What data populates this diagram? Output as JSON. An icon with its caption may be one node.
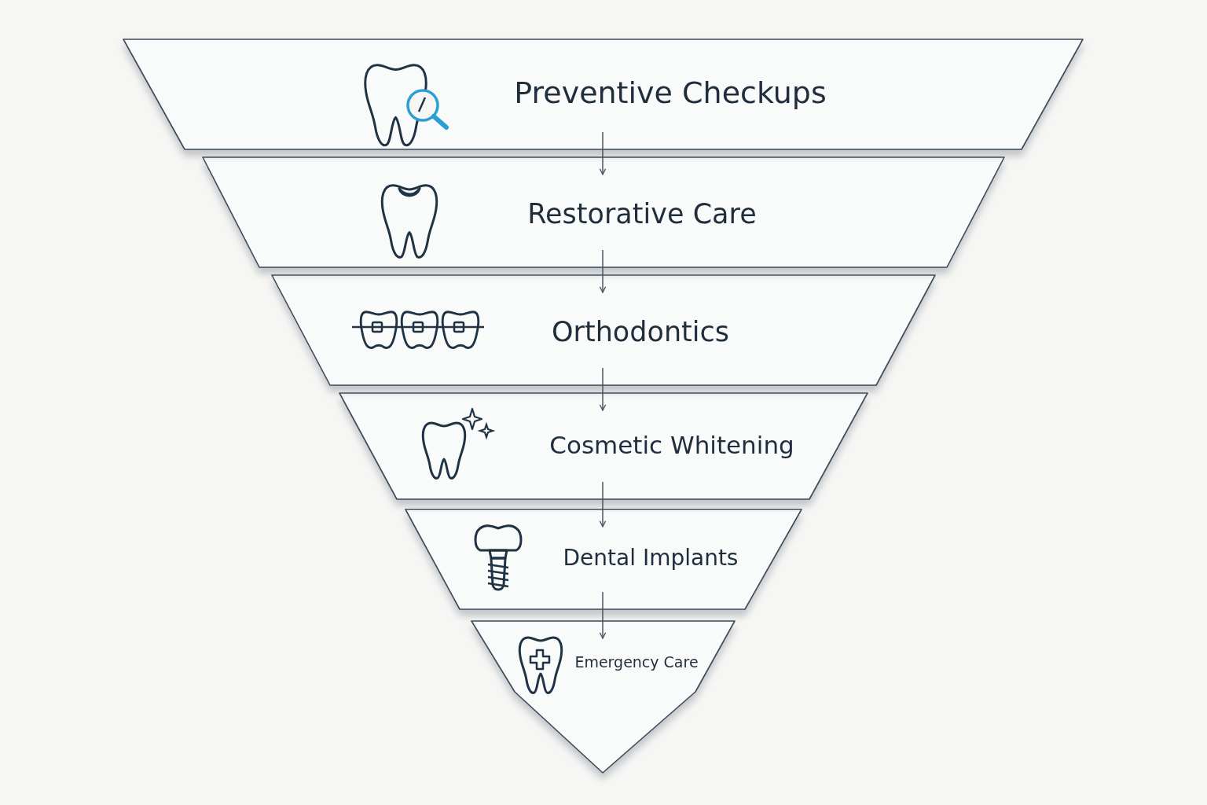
{
  "diagram": {
    "nodes": [
      {
        "text": [
          "Preventive Checkups"
        ]
      },
      {
        "text": [
          "Restorative Care"
        ]
      },
      {
        "text": [
          "Orthodontics"
        ]
      },
      {
        "text": [
          "Cosmetic Whitening"
        ]
      },
      {
        "text": [
          "Dental Implants"
        ]
      },
      {
        "text": [
          "Emergency Care"
        ]
      }
    ],
    "edges": [
      {
        "from": 0,
        "to": 1,
        "arrow": "to"
      },
      {
        "from": 1,
        "to": 2,
        "arrow": "to"
      },
      {
        "from": 2,
        "to": 3,
        "arrow": "to"
      },
      {
        "from": 3,
        "to": 4,
        "arrow": "to"
      },
      {
        "from": 4,
        "to": 5,
        "arrow": "to"
      }
    ]
  }
}
